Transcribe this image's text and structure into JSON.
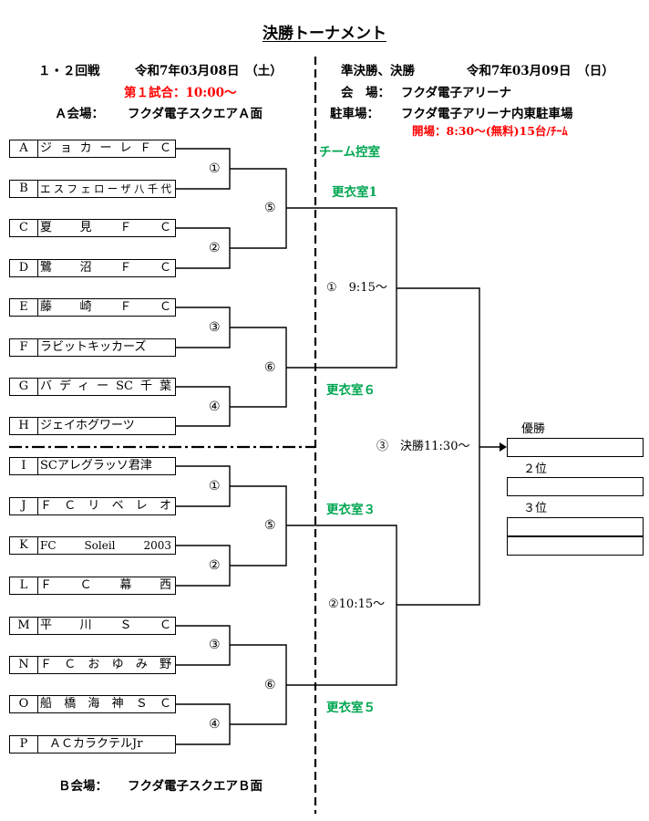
{
  "title": "決勝トーナメント",
  "left_header": {
    "round": "１・２回戦",
    "date": "令和7年03月08日　（土）",
    "first_match": "第１試合：10:00～",
    "venue_a": "Ａ会場：",
    "venue_a_name": "フクダ電子スクエアＡ面",
    "venue_b": "Ｂ会場：",
    "venue_b_name": "フクダ電子スクエアＢ面"
  },
  "right_header": {
    "round": "準決勝、決勝",
    "date": "令和7年03月09日　（日）",
    "venue_label": "会　場：",
    "venue_name": "フクダ電子アリーナ",
    "parking_label": "駐車場：",
    "parking_name": "フクダ電子アリーナ内東駐車場",
    "opening": "開場：8:30～(無料)15台/ﾁｰﾑ"
  },
  "rooms": {
    "team_room": "チーム控室",
    "room1": "更衣室1",
    "room6": "更衣室６",
    "room3": "更衣室３",
    "room5": "更衣室５"
  },
  "teams": [
    {
      "letter": "A",
      "name": "ジョカーレＦＣ"
    },
    {
      "letter": "B",
      "name": "エスフェローザ八千代"
    },
    {
      "letter": "C",
      "name": "夏見ＦＣ"
    },
    {
      "letter": "D",
      "name": "鷺沼ＦＣ"
    },
    {
      "letter": "E",
      "name": "藤崎ＦＣ"
    },
    {
      "letter": "F",
      "name": "ラビットキッカーズ"
    },
    {
      "letter": "G",
      "name": "バディーSC千葉"
    },
    {
      "letter": "H",
      "name": "ジェイホグワーツ"
    },
    {
      "letter": "I",
      "name": "SCアレグラッソ君津"
    },
    {
      "letter": "J",
      "name": "ＦＣリベレオ"
    },
    {
      "letter": "K",
      "name": "FC Soleil 2003"
    },
    {
      "letter": "L",
      "name": "ＦＣ幕西"
    },
    {
      "letter": "M",
      "name": "平川ＳＣ"
    },
    {
      "letter": "N",
      "name": "ＦＣおゆみ野"
    },
    {
      "letter": "O",
      "name": "船橋海神ＳＣ"
    },
    {
      "letter": "P",
      "name": "ＡＣカラクテルJr"
    }
  ],
  "match_labels": {
    "m1": "①",
    "m2": "②",
    "m3": "③",
    "m4": "④",
    "m5": "⑤",
    "m6": "⑥"
  },
  "semifinals": {
    "sf1": "①　9:15～",
    "sf2": "②10:15～"
  },
  "final": "③　決勝11:30～",
  "results": {
    "first": "優勝",
    "second": "２位",
    "third": "３位"
  }
}
